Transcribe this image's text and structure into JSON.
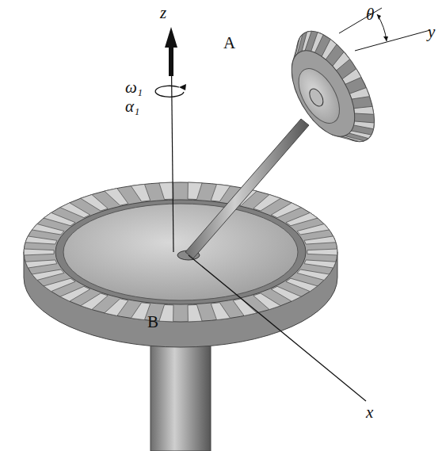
{
  "diagram": {
    "labels": [
      "z",
      "θ",
      "y",
      "A",
      "ω₁",
      "α₁",
      "B",
      "x"
    ]
  }
}
